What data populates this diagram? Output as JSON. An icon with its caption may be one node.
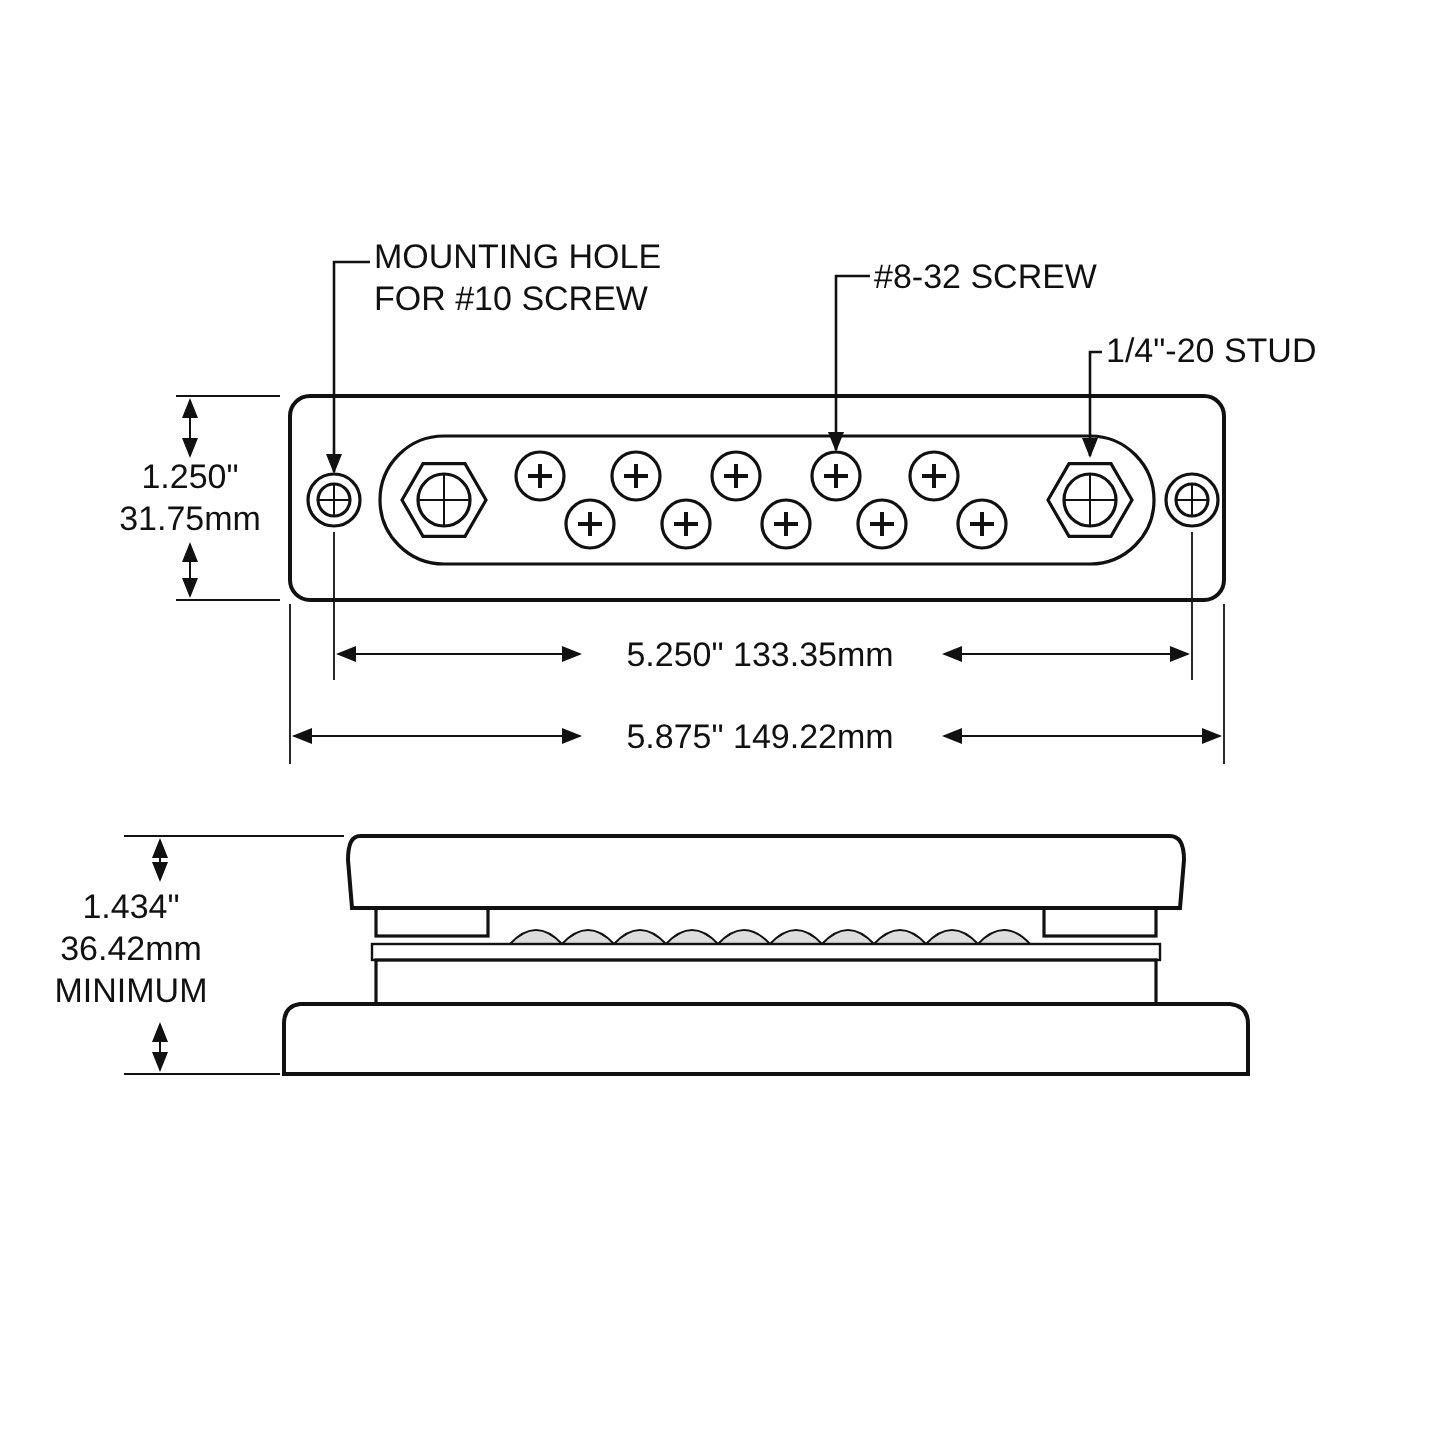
{
  "diagram": {
    "nodes": [
      {
        "text": [
          "MOUNTING HOLE FOR #10 SCREW"
        ]
      },
      {
        "text": [
          "#8-32 SCREW"
        ]
      },
      {
        "text": [
          "1/4\"-20 STUD"
        ]
      },
      {
        "text": [],
        "shape": "circle"
      },
      {
        "text": [],
        "shape": "circle"
      },
      {
        "text": [],
        "shape": "hexagon"
      }
    ],
    "edges": [
      {
        "from": 0,
        "to": 3,
        "arrow": "to"
      },
      {
        "from": 1,
        "to": 4,
        "arrow": "to"
      },
      {
        "from": 2,
        "to": 5,
        "arrow": "to"
      }
    ],
    "labels": [
      "1.250\" 31.75mm",
      "5.250\" 133.35mm",
      "5.875\" 149.22mm",
      "1.434\" 36.42mm MINIMUM"
    ]
  }
}
